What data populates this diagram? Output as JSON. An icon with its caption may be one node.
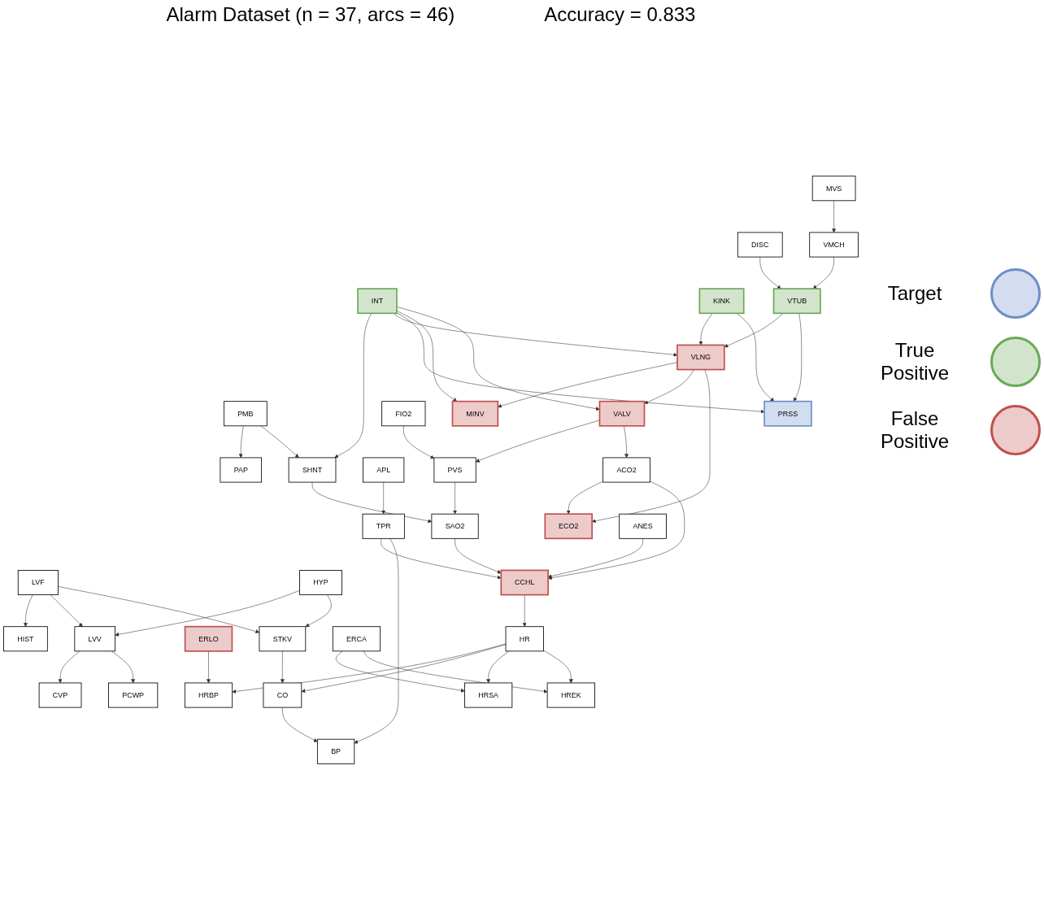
{
  "diagram": {
    "title": "Alarm Dataset (n = 37, arcs = 46)",
    "nodes": [
      {
        "text": [
          "MVS"
        ]
      },
      {
        "text": [
          "DISC"
        ]
      },
      {
        "text": [
          "VMCH"
        ]
      },
      {
        "text": [
          "PMB"
        ]
      },
      {
        "text": [
          "INT"
        ]
      },
      {
        "text": [
          "KINK"
        ]
      },
      {
        "text": [
          "VTUB"
        ]
      },
      {
        "text": [
          "PAP"
        ]
      },
      {
        "text": [
          "SHNT"
        ]
      },
      {
        "text": [
          "VLNG"
        ]
      },
      {
        "text": [
          "PRSS"
        ]
      },
      {
        "text": [
          "FIO2"
        ]
      },
      {
        "text": [
          "MINV"
        ]
      },
      {
        "text": [
          "VALV"
        ]
      },
      {
        "text": [
          "APL"
        ]
      },
      {
        "text": [
          "PVS"
        ]
      },
      {
        "text": [
          "ACO2"
        ]
      },
      {
        "text": [
          "TPR"
        ]
      },
      {
        "text": [
          "SAO2"
        ]
      },
      {
        "text": [
          "ECO2"
        ]
      },
      {
        "text": [
          "ANES"
        ]
      },
      {
        "text": [
          "LVF"
        ]
      },
      {
        "text": [
          "HYP"
        ]
      },
      {
        "text": [
          "CCHL"
        ]
      },
      {
        "text": [
          "HIST"
        ]
      },
      {
        "text": [
          "LVV"
        ]
      },
      {
        "text": [
          "ERLO"
        ]
      },
      {
        "text": [
          "STKV"
        ]
      },
      {
        "text": [
          "HR"
        ]
      },
      {
        "text": [
          "ERCA"
        ]
      },
      {
        "text": [
          "CVP"
        ]
      },
      {
        "text": [
          "PCWP"
        ]
      },
      {
        "text": [
          "HRBP"
        ]
      },
      {
        "text": [
          "CO"
        ]
      },
      {
        "text": [
          "HRSA"
        ]
      },
      {
        "text": [
          "HREK"
        ]
      },
      {
        "text": [
          "BP"
        ]
      }
    ],
    "edges": [
      {
        "from": 0,
        "to": 2,
        "arrow": "to"
      },
      {
        "from": 1,
        "to": 6,
        "arrow": "to"
      },
      {
        "from": 2,
        "to": 6,
        "arrow": "to"
      },
      {
        "from": 3,
        "to": 7,
        "arrow": "to"
      },
      {
        "from": 3,
        "to": 8,
        "arrow": "to"
      },
      {
        "from": 4,
        "to": 8,
        "arrow": "to"
      },
      {
        "from": 4,
        "to": 9,
        "arrow": "to"
      },
      {
        "from": 4,
        "to": 10,
        "arrow": "to"
      },
      {
        "from": 4,
        "to": 12,
        "arrow": "to"
      },
      {
        "from": 4,
        "to": 13,
        "arrow": "to"
      },
      {
        "from": 5,
        "to": 9,
        "arrow": "to"
      },
      {
        "from": 5,
        "to": 10,
        "arrow": "to"
      },
      {
        "from": 6,
        "to": 9,
        "arrow": "to"
      },
      {
        "from": 6,
        "to": 10,
        "arrow": "to"
      },
      {
        "from": 9,
        "to": 12,
        "arrow": "to"
      },
      {
        "from": 9,
        "to": 13,
        "arrow": "to"
      },
      {
        "from": 9,
        "to": 19,
        "arrow": "to"
      },
      {
        "from": 8,
        "to": 18,
        "arrow": "to"
      },
      {
        "from": 11,
        "to": 15,
        "arrow": "to"
      },
      {
        "from": 13,
        "to": 15,
        "arrow": "to"
      },
      {
        "from": 13,
        "to": 16,
        "arrow": "to"
      },
      {
        "from": 14,
        "to": 17,
        "arrow": "to"
      },
      {
        "from": 15,
        "to": 18,
        "arrow": "to"
      },
      {
        "from": 16,
        "to": 19,
        "arrow": "to"
      },
      {
        "from": 16,
        "to": 23,
        "arrow": "to"
      },
      {
        "from": 17,
        "to": 23,
        "arrow": "to"
      },
      {
        "from": 17,
        "to": 36,
        "arrow": "to"
      },
      {
        "from": 18,
        "to": 23,
        "arrow": "to"
      },
      {
        "from": 20,
        "to": 23,
        "arrow": "to"
      },
      {
        "from": 23,
        "to": 28,
        "arrow": "to"
      },
      {
        "from": 21,
        "to": 24,
        "arrow": "to"
      },
      {
        "from": 21,
        "to": 25,
        "arrow": "to"
      },
      {
        "from": 21,
        "to": 27,
        "arrow": "to"
      },
      {
        "from": 22,
        "to": 25,
        "arrow": "to"
      },
      {
        "from": 22,
        "to": 27,
        "arrow": "to"
      },
      {
        "from": 25,
        "to": 30,
        "arrow": "to"
      },
      {
        "from": 25,
        "to": 31,
        "arrow": "to"
      },
      {
        "from": 26,
        "to": 32,
        "arrow": "to"
      },
      {
        "from": 27,
        "to": 33,
        "arrow": "to"
      },
      {
        "from": 28,
        "to": 32,
        "arrow": "to"
      },
      {
        "from": 28,
        "to": 33,
        "arrow": "to"
      },
      {
        "from": 28,
        "to": 34,
        "arrow": "to"
      },
      {
        "from": 28,
        "to": 35,
        "arrow": "to"
      },
      {
        "from": 29,
        "to": 34,
        "arrow": "to"
      },
      {
        "from": 29,
        "to": 35,
        "arrow": "to"
      },
      {
        "from": 33,
        "to": 36,
        "arrow": "to"
      }
    ],
    "labels": [
      "Accuracy = 0.833"
    ],
    "legend": [
      {
        "text": "Target",
        "color": "#6b8fc9"
      },
      {
        "text": "True Positive",
        "color": "#6aa956"
      },
      {
        "text": "False Positive",
        "color": "#c0504d"
      }
    ]
  }
}
